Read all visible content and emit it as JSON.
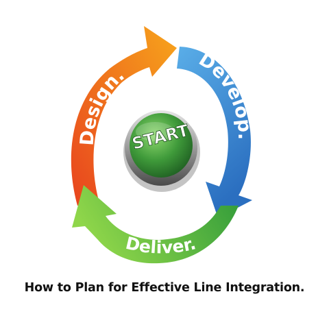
{
  "cycle": {
    "steps": [
      {
        "label": "Design.",
        "color_light": "#f7a51c",
        "color_dark": "#e8431e"
      },
      {
        "label": "Develop.",
        "color_light": "#4a9fe0",
        "color_dark": "#2b6fc0"
      },
      {
        "label": "Deliver.",
        "color_light": "#7fcf3e",
        "color_dark": "#2f9a3a"
      }
    ],
    "center_button": {
      "label": "START",
      "color": "#3f9a3a"
    }
  },
  "caption": "How to Plan for Effective Line Integration."
}
